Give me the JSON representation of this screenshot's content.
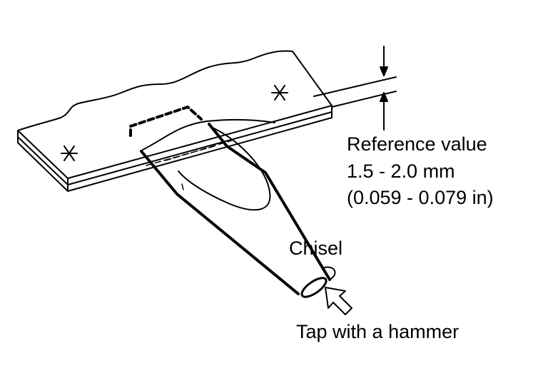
{
  "labels": {
    "reference_title": "Reference value",
    "reference_mm": "1.5 - 2.0 mm",
    "reference_in": "(0.059 - 0.079 in)",
    "chisel": "Chisel",
    "tap": "Tap with a hammer"
  },
  "colors": {
    "line": "#000000",
    "background": "#ffffff"
  }
}
